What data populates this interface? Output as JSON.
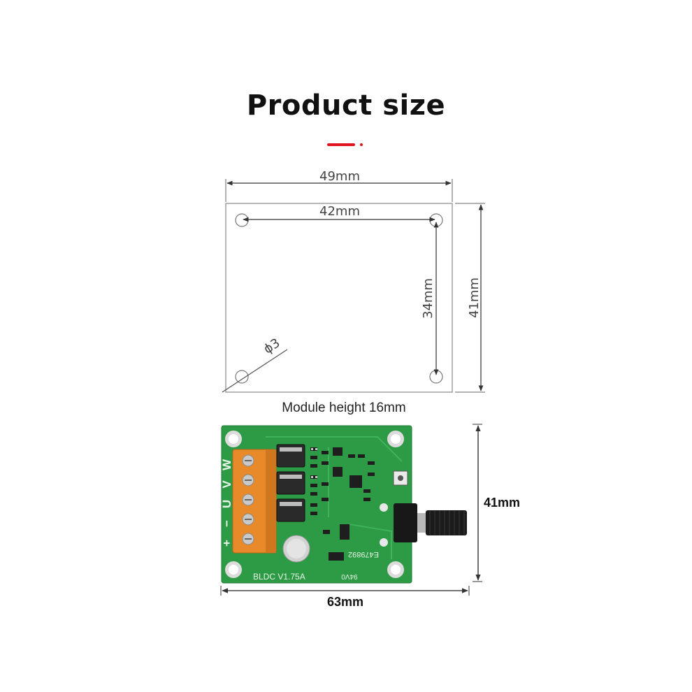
{
  "title": "Product size",
  "colors": {
    "accent": "#e0141c",
    "pcb_green": "#2d9a45",
    "terminal_orange": "#e98a2a",
    "knob_black": "#1b1b1b"
  },
  "outline": {
    "width_label": "49mm",
    "hole_spacing_label": "42mm",
    "vertical_hole_label": "34mm",
    "height_label": "41mm",
    "hole_diameter_label": "ϕ3"
  },
  "caption": "Module height 16mm",
  "board": {
    "height_label": "41mm",
    "width_label": "63mm",
    "silk_model": "BLDC  V1.75A",
    "silk_code": "E479892",
    "silk_rating": "94V0",
    "terminal_labels": [
      "+",
      "−",
      "U",
      "V",
      "W"
    ]
  }
}
